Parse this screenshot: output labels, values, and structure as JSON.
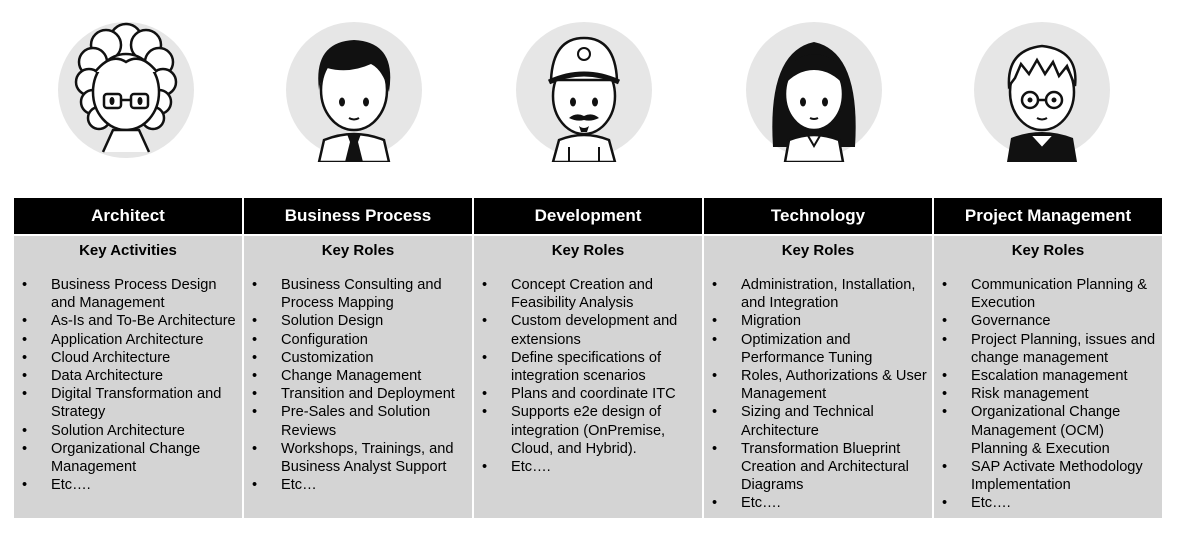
{
  "columns": [
    {
      "icon": "architect-avatar-icon",
      "title": "Architect",
      "subtitle": "Key Activities",
      "items": [
        "Business Process Design and Management",
        "As-Is and To-Be Architecture",
        "Application Architecture",
        "Cloud  Architecture",
        "Data Architecture",
        "Digital Transformation and Strategy",
        "Solution Architecture",
        "Organizational Change Management",
        "Etc…."
      ]
    },
    {
      "icon": "business-process-avatar-icon",
      "title": "Business Process",
      "subtitle": "Key Roles",
      "items": [
        "Business Consulting and Process Mapping",
        "Solution Design",
        "Configuration",
        "Customization",
        "Change Management",
        "Transition and Deployment",
        "Pre-Sales and Solution Reviews",
        "Workshops, Trainings, and Business Analyst Support",
        "Etc…"
      ]
    },
    {
      "icon": "development-avatar-icon",
      "title": "Development",
      "subtitle": "Key Roles",
      "items": [
        "Concept Creation and Feasibility Analysis",
        "Custom development and extensions",
        "Define specifications of integration scenarios",
        "Plans and coordinate ITC",
        "Supports e2e design of integration (OnPremise, Cloud, and Hybrid).",
        "Etc…."
      ]
    },
    {
      "icon": "technology-avatar-icon",
      "title": "Technology",
      "subtitle": "Key Roles",
      "items": [
        "Administration, Installation, and Integration",
        "Migration",
        "Optimization and Performance Tuning",
        "Roles, Authorizations & User Management",
        "Sizing and Technical Architecture",
        "Transformation Blueprint Creation and Architectural Diagrams",
        "Etc…."
      ]
    },
    {
      "icon": "project-management-avatar-icon",
      "title": "Project Management",
      "subtitle": "Key Roles",
      "items": [
        "Communication Planning & Execution",
        "Governance",
        "Project Planning, issues and change management",
        "Escalation management",
        "Risk management",
        "Organizational Change Management (OCM) Planning & Execution",
        "SAP Activate Methodology Implementation",
        "Etc…."
      ]
    }
  ]
}
